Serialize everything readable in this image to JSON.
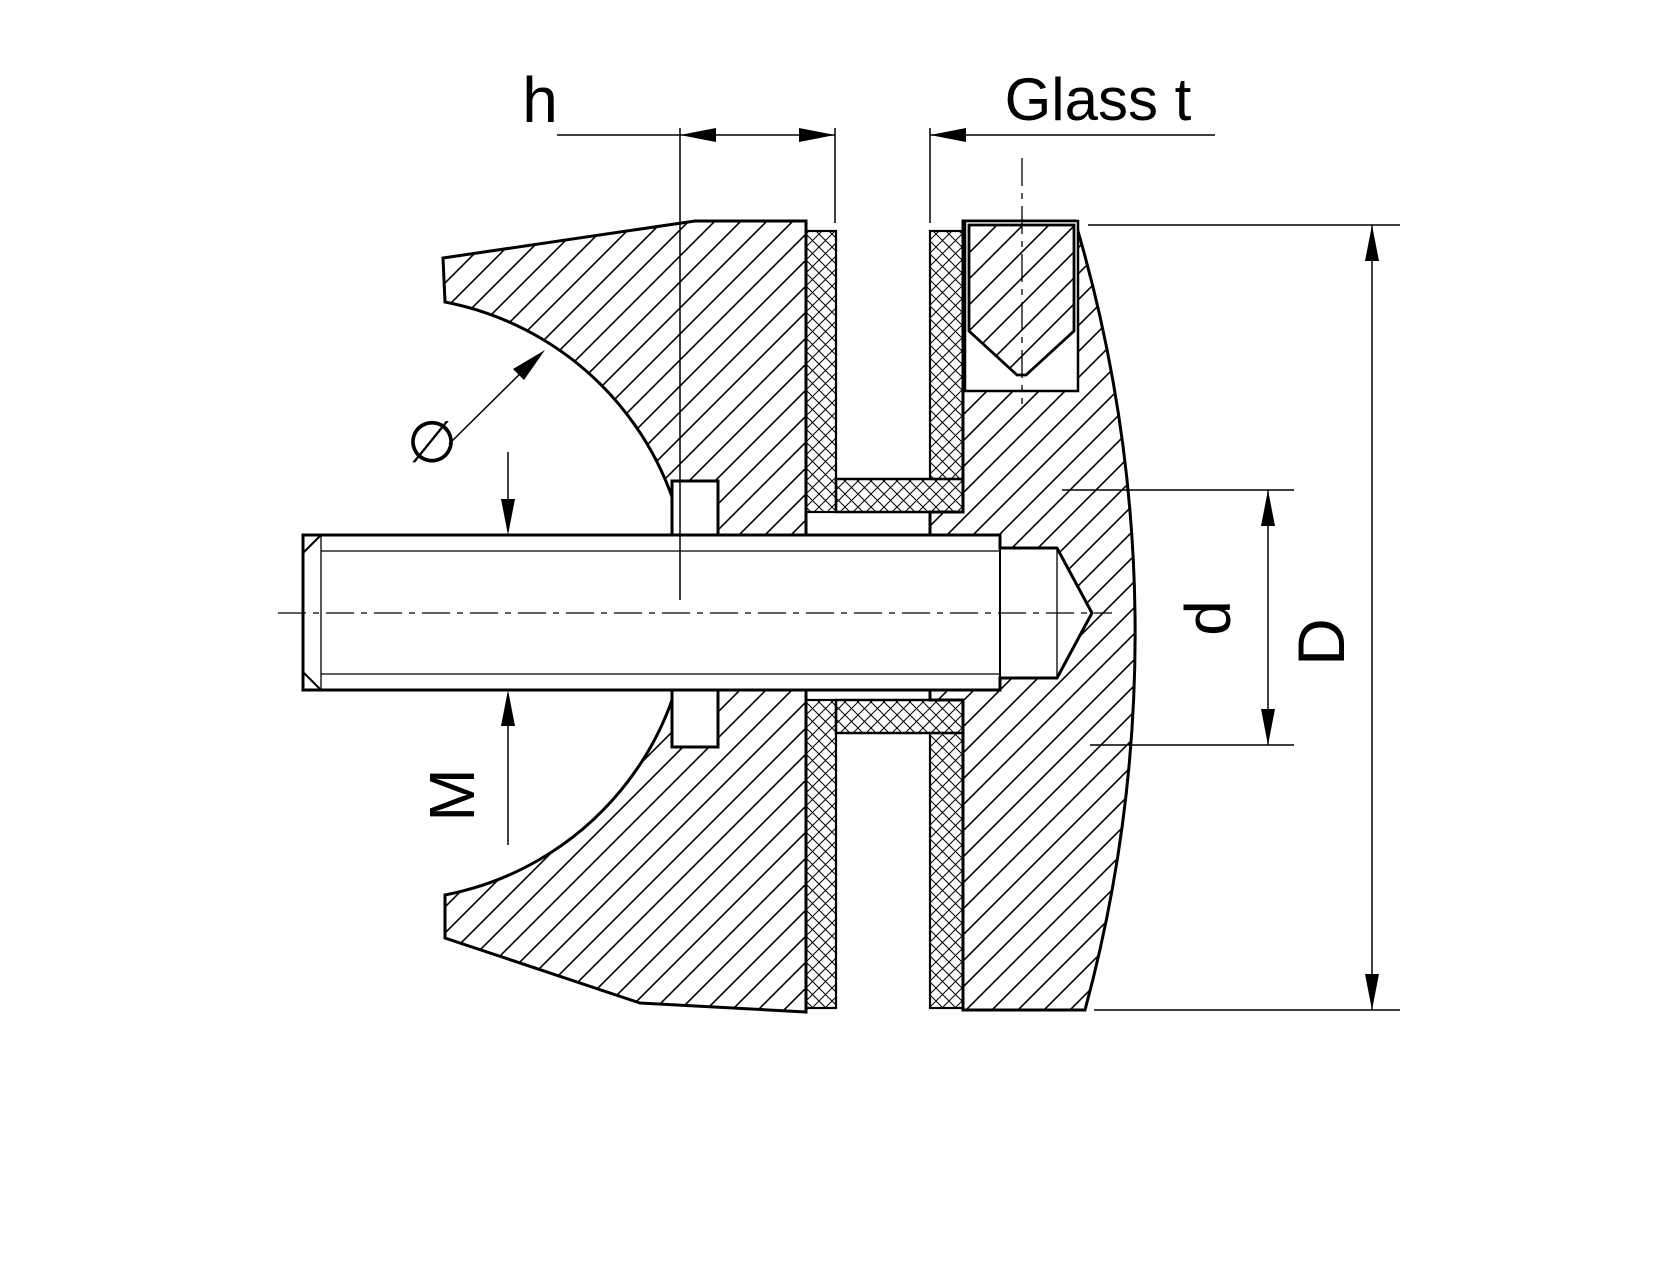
{
  "page": {
    "background": "#ffffff",
    "line_color": "#000000",
    "drawing_type": "technical cross-section of glass clamp fitting"
  },
  "labels": {
    "h": "h",
    "glass_thickness": "Glass t",
    "diameter_symbol": "∅",
    "thread": "M",
    "inner_diameter": "d",
    "outer_diameter": "D"
  }
}
